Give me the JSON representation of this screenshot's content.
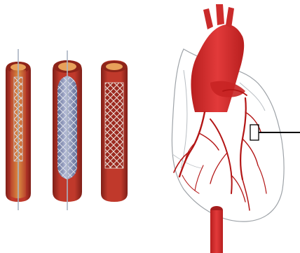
{
  "colors": {
    "vessel_outer": "#b8332a",
    "vessel_inner": "#d9822f",
    "vessel_shadow": "#7f1f18",
    "balloon": "#8a93b8",
    "stent_mesh": "#dfe3ea",
    "heart_red": "#d52b2b",
    "heart_dark": "#a81c1c",
    "coronary": "#b31515",
    "outline": "#9ea3a8",
    "callout": "#000000"
  },
  "stages": [
    {
      "name": "catheter-insertion"
    },
    {
      "name": "balloon-inflation"
    },
    {
      "name": "stent-deployed"
    }
  ]
}
